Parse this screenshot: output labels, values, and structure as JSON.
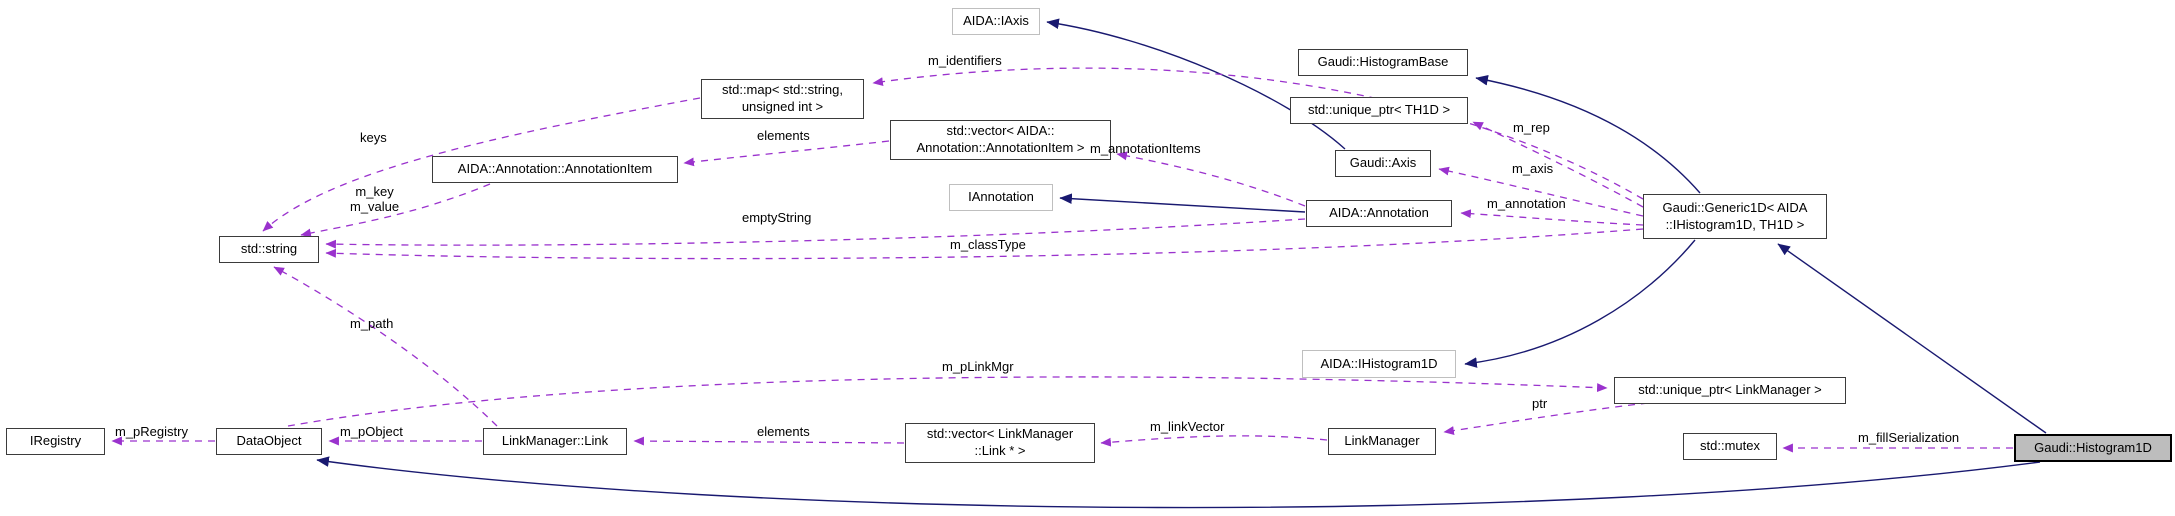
{
  "diagram_type": "doxygen-collaboration-graph",
  "colors": {
    "usage_edge": "#9a32cd",
    "inheritance_edge": "#191970",
    "focal_node_fill": "#bdbdbd",
    "node_background": "#ffffff",
    "node_border": "#3b3b3b",
    "external_node_border": "#bfbfbf"
  },
  "nodes": [
    {
      "id": "iaxis",
      "label": "AIDA::IAxis",
      "kind": "external"
    },
    {
      "id": "histogram_base",
      "label": "Gaudi::HistogramBase",
      "kind": "class"
    },
    {
      "id": "unique_ptr_th1d",
      "label": "std::unique_ptr< TH1D >",
      "kind": "class"
    },
    {
      "id": "gaudi_axis",
      "label": "Gaudi::Axis",
      "kind": "class"
    },
    {
      "id": "map_string_uint",
      "label": "std::map< std::string,\nunsigned int >",
      "kind": "class"
    },
    {
      "id": "vector_annotation_item",
      "label": "std::vector< AIDA::\nAnnotation::AnnotationItem >",
      "kind": "class"
    },
    {
      "id": "annotation_item",
      "label": "AIDA::Annotation::AnnotationItem",
      "kind": "class"
    },
    {
      "id": "iannotation",
      "label": "IAnnotation",
      "kind": "external"
    },
    {
      "id": "aida_annotation",
      "label": "AIDA::Annotation",
      "kind": "class"
    },
    {
      "id": "generic1d",
      "label": "Gaudi::Generic1D< AIDA\n::IHistogram1D, TH1D >",
      "kind": "class"
    },
    {
      "id": "std_string",
      "label": "std::string",
      "kind": "class"
    },
    {
      "id": "ihistogram1d",
      "label": "AIDA::IHistogram1D",
      "kind": "external"
    },
    {
      "id": "unique_ptr_linkmanager",
      "label": "std::unique_ptr< LinkManager >",
      "kind": "class"
    },
    {
      "id": "iregistry",
      "label": "IRegistry",
      "kind": "class"
    },
    {
      "id": "dataobject",
      "label": "DataObject",
      "kind": "class"
    },
    {
      "id": "linkmanager_link",
      "label": "LinkManager::Link",
      "kind": "class"
    },
    {
      "id": "vector_link",
      "label": "std::vector< LinkManager\n::Link * >",
      "kind": "class"
    },
    {
      "id": "linkmanager",
      "label": "LinkManager",
      "kind": "class"
    },
    {
      "id": "std_mutex",
      "label": "std::mutex",
      "kind": "class"
    },
    {
      "id": "histogram1d",
      "label": "Gaudi::Histogram1D",
      "kind": "focal"
    }
  ],
  "edges": [
    {
      "label": "m_identifiers",
      "from": "generic1d",
      "to": "map_string_uint"
    },
    {
      "label": "keys",
      "from": "map_string_uint",
      "to": "std_string"
    },
    {
      "label": "elements",
      "from": "vector_annotation_item",
      "to": "annotation_item"
    },
    {
      "label": "m_key\nm_value",
      "from": "annotation_item",
      "to": "std_string"
    },
    {
      "label": "m_annotationItems",
      "from": "aida_annotation",
      "to": "vector_annotation_item"
    },
    {
      "label": "emptyString",
      "from": "aida_annotation",
      "to": "std_string"
    },
    {
      "label": "m_classType",
      "from": "generic1d",
      "to": "std_string"
    },
    {
      "label": "m_rep",
      "from": "generic1d",
      "to": "unique_ptr_th1d"
    },
    {
      "label": "m_axis",
      "from": "generic1d",
      "to": "gaudi_axis"
    },
    {
      "label": "m_annotation",
      "from": "generic1d",
      "to": "aida_annotation"
    },
    {
      "label": "m_path",
      "from": "linkmanager_link",
      "to": "std_string"
    },
    {
      "label": "m_pLinkMgr",
      "from": "dataobject",
      "to": "unique_ptr_linkmanager"
    },
    {
      "label": "m_pRegistry",
      "from": "dataobject",
      "to": "iregistry"
    },
    {
      "label": "m_pObject",
      "from": "linkmanager_link",
      "to": "dataobject"
    },
    {
      "label": "elements",
      "from": "vector_link",
      "to": "linkmanager_link"
    },
    {
      "label": "m_linkVector",
      "from": "linkmanager",
      "to": "vector_link"
    },
    {
      "label": "ptr",
      "from": "unique_ptr_linkmanager",
      "to": "linkmanager"
    },
    {
      "label": "m_fillSerialization",
      "from": "histogram1d",
      "to": "std_mutex"
    }
  ],
  "inheritance": [
    {
      "from": "gaudi_axis",
      "to": "iaxis"
    },
    {
      "from": "generic1d",
      "to": "histogram_base"
    },
    {
      "from": "aida_annotation",
      "to": "iannotation"
    },
    {
      "from": "generic1d",
      "to": "ihistogram1d"
    },
    {
      "from": "histogram1d",
      "to": "generic1d"
    },
    {
      "from": "histogram1d",
      "to": "dataobject"
    }
  ]
}
